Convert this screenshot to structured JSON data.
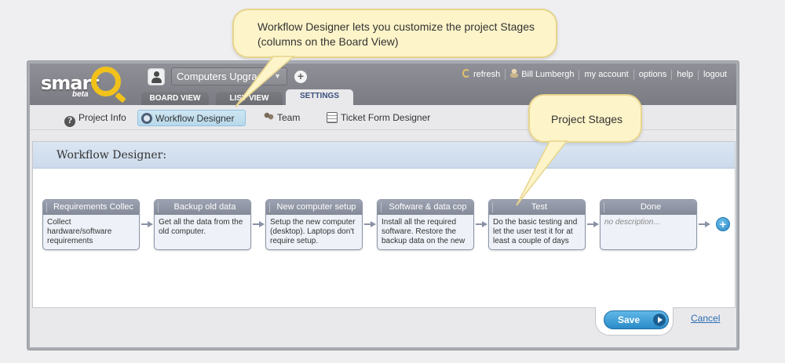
{
  "callouts": {
    "workflow_tip_line1": "Workflow Designer lets you customize the project Stages",
    "workflow_tip_line2": "(columns on the Board View)",
    "stages_tip": "Project Stages"
  },
  "app": {
    "logo_text": "smart",
    "logo_badge": "beta",
    "project": {
      "selected": "Computers Upgrade",
      "add_label": "+"
    },
    "tabs": [
      {
        "label": "BOARD VIEW",
        "active": false
      },
      {
        "label": "LIST VIEW",
        "active": false
      },
      {
        "label": "SETTINGS",
        "active": true
      }
    ],
    "toplinks": [
      "refresh",
      "Bill Lumbergh",
      "my account",
      "options",
      "help",
      "logout"
    ]
  },
  "subnav": [
    {
      "label": "Project Info",
      "icon": "info-icon",
      "active": false
    },
    {
      "label": "Workflow Designer",
      "icon": "workflow-icon",
      "active": true
    },
    {
      "label": "Team",
      "icon": "team-icon",
      "active": false
    },
    {
      "label": "Ticket Form Designer",
      "icon": "form-icon",
      "active": false
    }
  ],
  "designer": {
    "heading": "Workflow Designer:",
    "stages": [
      {
        "title": "Requirements Collec",
        "description": "Collect hardware/software requirements"
      },
      {
        "title": "Backup old data",
        "description": "Get all the data from the old computer."
      },
      {
        "title": "New computer setup",
        "description": "Setup the new computer (desktop). Laptops don't require setup."
      },
      {
        "title": "Software & data cop",
        "description": "Install all the required software. Restore the backup data on the new"
      },
      {
        "title": "Test",
        "description": "Do the basic testing and let the user test it for at least a couple of days"
      },
      {
        "title": "Done",
        "description": "no description..."
      }
    ],
    "add_stage": "+"
  },
  "actions": {
    "save": "Save",
    "cancel": "Cancel"
  },
  "colors": {
    "accent": "#2b8ac9",
    "header_bar": "#85868d",
    "callout_bg": "#fdf4c9"
  }
}
